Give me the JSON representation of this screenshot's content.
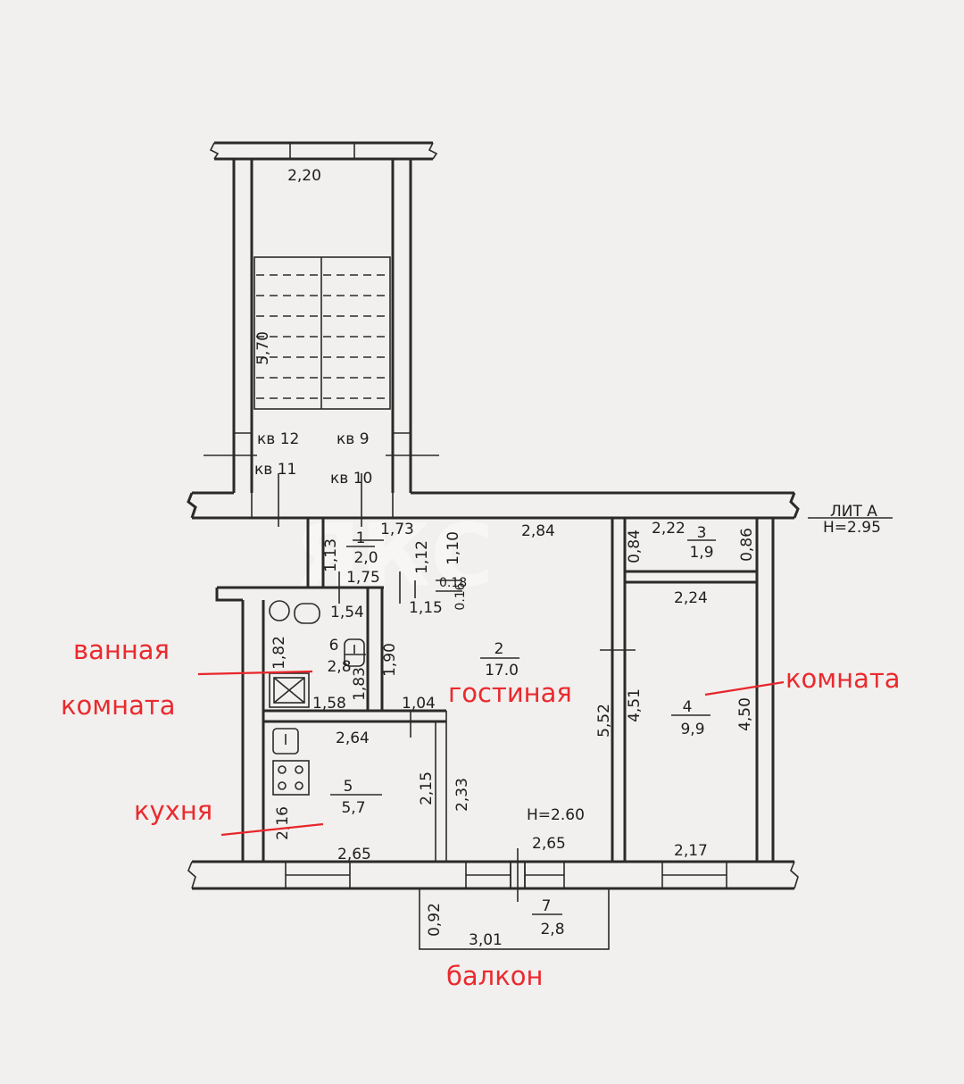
{
  "watermark": "ЯКС",
  "stairwell": {
    "width_top": "2,20",
    "length": "5,70",
    "apartments": [
      "кв 12",
      "кв 9",
      "кв 11",
      "кв 10"
    ]
  },
  "header": {
    "lit": "ЛИТ А",
    "height": "H=2.95"
  },
  "rooms": {
    "r1": {
      "num": "1",
      "area": "2,0"
    },
    "r2": {
      "num": "2",
      "area": "17.0"
    },
    "r3": {
      "num": "3",
      "area": "1,9"
    },
    "r4": {
      "num": "4",
      "area": "9,9"
    },
    "r5": {
      "num": "5",
      "area": "5,7"
    },
    "r6": {
      "num": "6",
      "area": "2,8"
    },
    "r7": {
      "num": "7",
      "area": "2,8"
    }
  },
  "room_height": "H=2.60",
  "dims": {
    "d173": "1,73",
    "d113": "1,13",
    "d112": "1,12",
    "d110": "1,10",
    "d175": "1,75",
    "d018": "0.18",
    "d016": "0.16",
    "d284": "2,84",
    "d084": "0,84",
    "d222": "2,22",
    "d086": "0,86",
    "d224": "2,24",
    "d154": "1,54",
    "d115": "1,15",
    "d182": "1,82",
    "d183": "1,83",
    "d190": "1,90",
    "d158": "1,58",
    "d104": "1,04",
    "d264": "2,64",
    "d215": "2,15",
    "d233": "2,33",
    "d552": "5,52",
    "d451": "4,51",
    "d450": "4,50",
    "d216": "2,16",
    "d265a": "2,65",
    "d265b": "2,65",
    "d217": "2,17",
    "d092": "0,92",
    "d301": "3,01"
  },
  "annotations": {
    "bath1": "ванная",
    "bath2": "комната",
    "living": "гостиная",
    "room": "комната",
    "kitchen": "кухня",
    "balcony": "балкон"
  },
  "colors": {
    "ink": "#2a2a2a",
    "annotation": "#ea2a2f",
    "paper": "#f1f0ee"
  }
}
